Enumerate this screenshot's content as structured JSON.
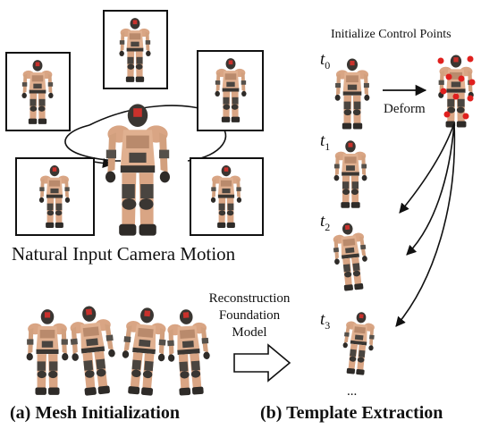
{
  "left_panel": {
    "caption": "Natural Input Camera Motion",
    "label_a": "(a) Mesh Initialization",
    "model_text": {
      "line1": "Reconstruction",
      "line2": "Foundation",
      "line3": "Model"
    }
  },
  "right_panel": {
    "header": "Initialize Control Points",
    "deform_label": "Deform",
    "time_labels": [
      "t",
      "t",
      "t",
      "t"
    ],
    "time_subs": [
      "0",
      "1",
      "2",
      "3"
    ],
    "ellipsis": "...",
    "label_b": "(b) Template Extraction"
  },
  "colors": {
    "skin": "#d9a584",
    "skin_light": "#e8bc9c",
    "dark": "#33302c",
    "gray": "#6e6a64",
    "control_point": "#e0201e"
  }
}
